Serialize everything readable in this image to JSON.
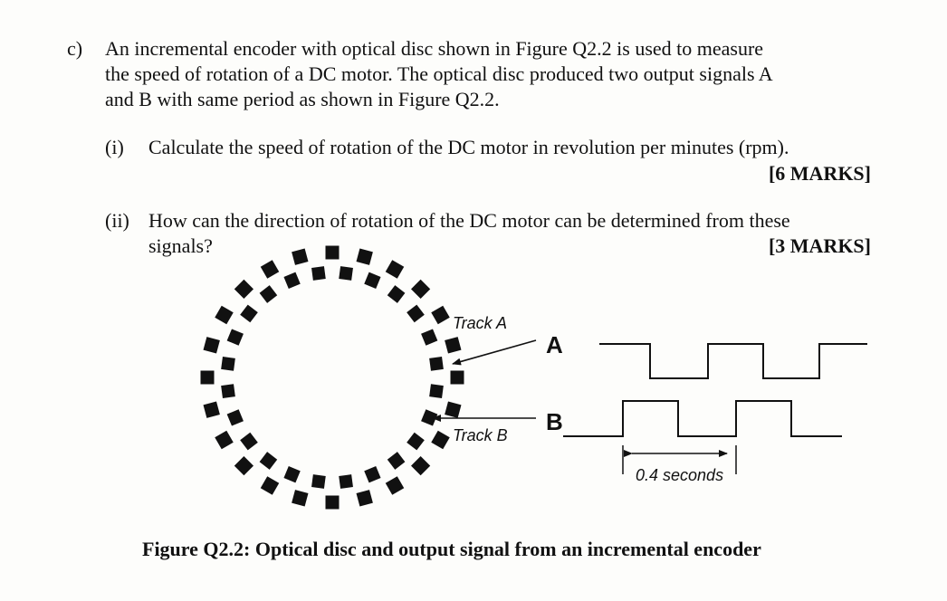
{
  "question": {
    "label": "c)",
    "lines": [
      "An incremental encoder with optical disc shown in Figure Q2.2 is used to measure",
      "the speed of rotation of a DC motor. The optical disc produced two output signals A",
      "and B with same period as shown in Figure Q2.2."
    ]
  },
  "parts": [
    {
      "label": "(i)",
      "lines": [
        "Calculate the speed of rotation of the DC motor in revolution per minutes (rpm)."
      ],
      "marks": "[6 MARKS]"
    },
    {
      "label": "(ii)",
      "lines": [
        "How can the direction of rotation of the DC motor can be determined from these",
        "signals?"
      ],
      "marks": "[3 MARKS]"
    }
  ],
  "figure": {
    "track_a_label": "Track A",
    "track_b_label": "Track B",
    "signal_a_label": "A",
    "signal_b_label": "B",
    "period_label": "0.4 seconds",
    "caption": "Figure Q2.2: Optical disc and output signal from an incremental encoder",
    "ink_color": "#111111"
  }
}
